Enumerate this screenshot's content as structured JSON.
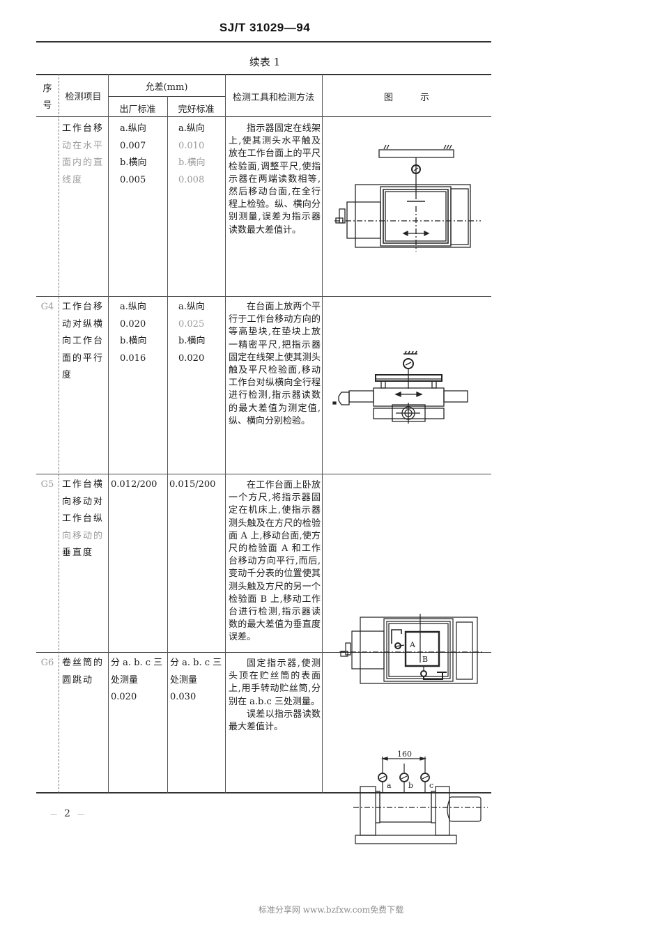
{
  "header": {
    "standard_code": "SJ/T 31029—94",
    "table_caption": "续表 1"
  },
  "table": {
    "columns": {
      "no": "序号",
      "no_line1": "序",
      "no_line2": "号",
      "item": "检测项目",
      "tolerance_group": "允差(mm)",
      "factory_std": "出厂标准",
      "good_std": "完好标准",
      "method": "检测工具和检测方法",
      "figure": "图　　　示"
    },
    "rows": [
      {
        "no": "",
        "item_lines": [
          "工作台移",
          "动在水平",
          "面内的直",
          "线度"
        ],
        "factory_lines": [
          "a.纵向",
          "0.007",
          "b.横向",
          "0.005"
        ],
        "good_lines": [
          "a.纵向",
          "0.010",
          "b.横向",
          "0.008"
        ],
        "method_paragraphs": [
          "指示器固定在线架上,使其测头水平触及放在工作台面上的平尺检验面,调整平尺,使指示器在两端读数相等,然后移动台面,在全行程上检验。纵、横向分别测量,误差为指示器读数最大差值计。"
        ],
        "figure": "straightness-diagram"
      },
      {
        "no": "G4",
        "item_lines": [
          "工作台移",
          "动对纵横",
          "向工作台",
          "面的平行",
          "度"
        ],
        "factory_lines": [
          "a.纵向",
          "0.020",
          "b.横向",
          "0.016"
        ],
        "good_lines": [
          "a.纵向",
          "0.025",
          "b.横向",
          "0.020"
        ],
        "method_paragraphs": [
          "在台面上放两个平行于工作台移动方向的等高垫块,在垫块上放一精密平尺,把指示器固定在线架上使其测头触及平尺检验面,移动工作台对纵横向全行程进行检测,指示器读数的最大差值为测定值,纵、横向分别检验。"
        ],
        "figure": "parallelism-diagram"
      },
      {
        "no": "G5",
        "item_lines": [
          "工作台横",
          "向移动对",
          "工作台纵",
          "向移动的",
          "垂直度"
        ],
        "factory_lines": [
          "0.012/200"
        ],
        "good_lines": [
          "0.015/200"
        ],
        "method_paragraphs": [
          "在工作台面上卧放一个方尺,将指示器固定在机床上,使指示器测头触及在方尺的检验面 A 上,移动台面,使方尺的检验面 A 和工作台移动方向平行,而后,变动千分表的位置使其测头触及方尺的另一个检验面 B 上,移动工作台进行检测,指示器读数的最大差值为垂直度误差。"
        ],
        "figure": "perpendicularity-diagram",
        "figure_labels": {
          "a": "A",
          "b": "B"
        }
      },
      {
        "no": "G6",
        "item_lines": [
          "卷丝筒的",
          "圆跳动"
        ],
        "factory_lines": [
          "分 a. b. c 三",
          "处测量",
          "0.020"
        ],
        "good_lines": [
          "分 a. b. c 三",
          "处测量",
          "0.030"
        ],
        "method_paragraphs": [
          "固定指示器,使测头顶在贮丝筒的表面上,用手转动贮丝筒,分别在 a.b.c 三处测量。",
          "误差以指示器读数最大差值计。"
        ],
        "figure": "runout-diagram",
        "figure_labels": {
          "dimension": "160",
          "a": "a",
          "b": "b",
          "c": "c"
        }
      }
    ]
  },
  "footer": {
    "page_number": "2",
    "watermark": "标准分享网 www.bzfxw.com免费下载"
  }
}
